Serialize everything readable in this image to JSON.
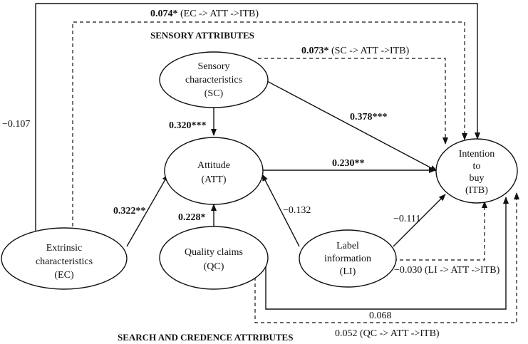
{
  "headings": {
    "sensory": "SENSORY ATTRIBUTES",
    "search": "SEARCH AND CREDENCE ATTRIBUTES"
  },
  "nodes": {
    "sc": [
      "Sensory",
      "characteristics",
      "(SC)"
    ],
    "att": [
      "Attitude",
      "(ATT)"
    ],
    "itb": [
      "Intention",
      "to",
      "buy",
      "(ITB)"
    ],
    "ec": [
      "Extrinsic",
      "characteristics",
      "(EC)"
    ],
    "qc": [
      "Quality claims",
      "(QC)"
    ],
    "li": [
      "Label",
      "information",
      "(LI)"
    ]
  },
  "edges": {
    "ec_itb_direct": "−0.107",
    "ec_att_itb_coef": "0.074*",
    "ec_att_itb_path": " (EC -> ATT ->ITB)",
    "sc_att_itb_coef": "0.073*",
    "sc_att_itb_path": " (SC -> ATT ->ITB)",
    "sc_att": "0.320***",
    "sc_itb": "0.378***",
    "att_itb": "0.230**",
    "ec_att": "0.322**",
    "qc_att": "0.228*",
    "li_att": "−0.132",
    "li_itb": "−0.111",
    "li_att_itb": "−0.030 (LI -> ATT ->ITB)",
    "qc_itb": "0.068",
    "qc_att_itb": "0.052 (QC -> ATT ->ITB)"
  }
}
